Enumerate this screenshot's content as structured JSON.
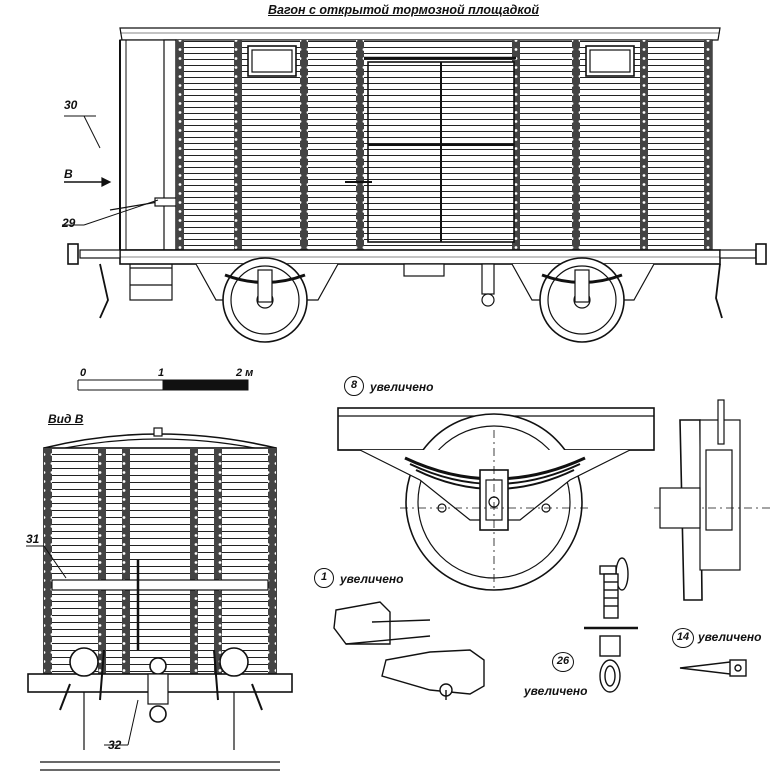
{
  "title": "Вагон с открытой тормозной площадкой",
  "view_b_title": "Вид В",
  "arrow_label": "В",
  "scale": {
    "t0": "0",
    "t1": "1",
    "t2": "2 м"
  },
  "callouts": {
    "n29": "29",
    "n30": "30",
    "n31": "31",
    "n32": "32"
  },
  "details": [
    {
      "num": "8",
      "caption": "увеличено"
    },
    {
      "num": "1",
      "caption": "увеличено"
    },
    {
      "num": "26",
      "caption": "увеличено"
    },
    {
      "num": "14",
      "caption": "увеличено"
    }
  ]
}
